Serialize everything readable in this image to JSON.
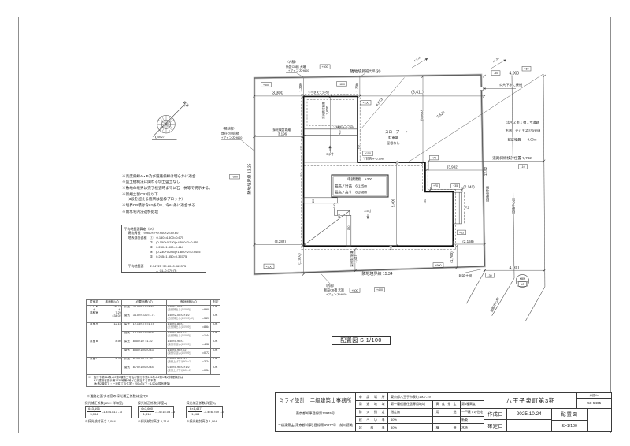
{
  "drawing_title": {
    "text": "配置図",
    "scale": "S:1/100"
  },
  "compass": {
    "north_label": "真北",
    "angle": "49.27°"
  },
  "notes": [
    {
      "t": "※高度斜線A・B及び道路斜線は明らかに適合"
    },
    {
      "t": "※盛土規制法に関わる切土盛土なし"
    },
    {
      "t": "※敷地の境界は完了検査時までに石・杭等で明示する。"
    },
    {
      "t": "※新規土留CB3段以下"
    },
    {
      "t": "（3段を超える箇所は型枠ブロック）",
      "cont": true
    },
    {
      "t": "※境界CB積は令62条の8、令61条に適合する"
    },
    {
      "t": "※雨水宅内浸透桝処理"
    }
  ],
  "ground_calc": {
    "title": "平均地盤面算定（ｍ）",
    "lines": [
      {
        "t": "建物周長　9.900×2+9.900×2=39.60",
        "ind": 1
      },
      {
        "t": "地表部分面積　①　0.150×4.500=0.675",
        "ind": 1
      },
      {
        "t": "②　(0.150+0.230)×4.500÷2=0.855",
        "ind": 2
      },
      {
        "t": "③　0.230×1.800=0.414",
        "ind": 2
      },
      {
        "t": "④　(0.230+0.265)×1.800÷2=0.4455",
        "ind": 2
      },
      {
        "t": "⑤　0.265×1.350=0.35775",
        "ind": 2
      },
      {
        "t": "",
        "ind": 1
      },
      {
        "t": "平均地盤面　　2.74725÷39.60=0.069375",
        "ind": 1
      },
      {
        "t": "∴ GL-0.070 ｍ",
        "ind": 3
      }
    ]
  },
  "daylight_table": {
    "headers": [
      "居室名",
      "床面積(㎡)",
      "必要面積(㎡)",
      "有効面積(㎡)",
      "判定"
    ],
    "rooms": [
      {
        "name": [
          "ＬＤＫ",
          "＋",
          "洋和室"
        ],
        "area": [
          "26.73",
          "＋",
          "7.29",
          "=34.02"
        ],
        "rows": [
          {
            "kind": "採光",
            "req": "34.02×1/7 =4.87",
            "eff": "1.60×2.00×3",
            "note": "(西側掃出し(1.0909))",
            "res": "=9.60",
            "ok": "OK"
          },
          {
            "kind": "換気",
            "req": "34.02×1/20=1.71",
            "eff": "1.60×2.00×2×1/2",
            "note": "(西側掃出し(1.0909)×2)",
            "res": "=3.20",
            "ok": "OK"
          }
        ]
      },
      {
        "name": [
          "洋室Ａ"
        ],
        "area": [
          "12.15"
        ],
        "rows": [
          {
            "kind": "採光",
            "req": "12.15×1/7 =1.74",
            "eff": "1.60×1.80×3",
            "note": "(北側掃出し(1.0909))",
            "res": "=8.64",
            "ok": "OK"
          },
          {
            "kind": "換気",
            "req": "12.15×1/20=0.61",
            "eff": "1.60×1.80×1/2",
            "note": "(北側掃出し(1.0909))",
            "res": "=1.44",
            "ok": "OK"
          }
        ]
      },
      {
        "name": [
          "洋室Ｂ"
        ],
        "area": [
          "8.50"
        ],
        "rows": [
          {
            "kind": "採光",
            "req": "8.50×1/7 =1.22",
            "eff": "1.60×0.90×3",
            "note": "(南側引違い(1.0909))",
            "res": "=4.32",
            "ok": "OK"
          },
          {
            "kind": "換気",
            "req": "8.50×1/20=0.43",
            "eff": "1.60×0.90×1/2",
            "note": "(南側引違い(1.0909))",
            "res": "=0.72",
            "ok": "OK"
          }
        ]
      },
      {
        "name": [
          "洋室Ｃ"
        ],
        "area": [
          "8.70"
        ],
        "rows": [
          {
            "kind": "採光",
            "req": "8.70×1/7 =1.25",
            "eff": "0.60×0.90×2×3",
            "note": "(東側上げ下げ600×2)",
            "res": "=3.24",
            "ok": "OK"
          },
          {
            "kind": "換気",
            "req": "8.70×1/20=0.44",
            "eff": "0.60×0.90×2×1/2",
            "note": "(東側上げ下げ600×2)",
            "res": "=0.54",
            "ok": "OK"
          }
        ]
      }
    ],
    "footnote": [
      "※　施行令第116条の2第1項第二号及び施行令第126条の2第1項の排煙検討は",
      "　　H12建設省告示第1436号第4号イに該当する為不要",
      "　　(木造2階建て・一戸建ての住宅・200㎡以下・1/20の換気確保)"
    ]
  },
  "correction": {
    "note": "※道路に面する窓の採光補正係数は全て3",
    "boxes": [
      {
        "label": "採光補正係数(LDK+洋和室)",
        "num": "6×3,196",
        "den": "3,084",
        "rest": "-1.4=4.817 ∴3",
        "below": "※採光検討高さ 3,084"
      },
      {
        "label": "採光補正係数(洋室A)",
        "num": "6×3,600",
        "den": "1,314",
        "rest": "-1.4=15.03 ∴3",
        "below": "※採光検討高さ 1,314"
      },
      {
        "label": "採光補正係数(洋室B)",
        "num": "6×1,447",
        "den": "1,064",
        "rest": "-1.4=6.759 ∴3",
        "below": "※採光検討高さ 1,064"
      }
    ]
  },
  "plan": {
    "labels": {
      "b_top": "隣地境界線 15.30",
      "b_left": "隣地境界線 13.25",
      "b_bottom": "隣地境界線 15.34",
      "road_b_num": "12.92",
      "road_b": "道路境界線",
      "road_c": "道路中心線",
      "road_c2": "道路中心線",
      "d3300": "3,300",
      "d8411": "(8,411)",
      "d1300a": "1,300",
      "d1300b": "1,300",
      "d4000t": "4,000",
      "d5800": "(5,800)",
      "d4623": "4,623",
      "d7520": "7,520",
      "kd3196a": "採光検討距離",
      "kd3196b": "3,196",
      "kd3600a": "採光検討距離",
      "kd3600b": "3,600",
      "shasen": "道路斜線検討位置 7,782",
      "d3932": "(3,932)",
      "d2141": "(2,141)",
      "d2158": "(2,158)",
      "d1760": "(1,760)",
      "d1907": "(1,907)",
      "kd1447a": "採光検討距離",
      "kd1447b": "1,447",
      "d3282": "(3,282)",
      "d5400": "5,400",
      "d4000b": "4,000",
      "s400a": "400",
      "s400b": "400",
      "s150a": "150",
      "s150b": "150",
      "s150c": "150",
      "s150d": "150",
      "s200": "200",
      "st400a": "400",
      "st150a": "150",
      "st400b": "400",
      "st150b": "150",
      "cb_n1": "（内積）",
      "cb_n2": "新設CB積 天端",
      "cb_n3": "+フェンスH600",
      "cb_w1": "（隣地積）",
      "cb_w2": "既存CB3段積",
      "cb_w3": "+フェンスH600",
      "cb_s1": "（内積）",
      "cb_s2": "新設CB積 天端",
      "cb_s3": "+フェンスH600",
      "dome_t": "新設土留",
      "dome_b": "新設土留",
      "sewer": "公共下水に接続",
      "road1": "法４２条１項１号道路",
      "road2": "市道　元八王子239号線",
      "road3": "認定幅員　　4.00m",
      "slope1": "スロープ",
      "slope2": "駐車場",
      "slope3": "屋根なし",
      "eave1": "▽樋先H=6,085",
      "eave2": "▽軒先H=6,198",
      "slab": "▽ベタスラブ+50",
      "pitch1": "3.5寸",
      "pitch2": "3.5寸",
      "tri": "◁",
      "kbm1": "KBM",
      "grad1": "1:1.25",
      "grad2": "1:1.25",
      "bld1": "申請建物　+300",
      "bld2": "最高ノ軒高　6.125m",
      "bld3": "最高ノ高サ　8.268m",
      "north": "真北",
      "angle": "49.27°"
    },
    "spots": [
      {
        "v": "+300"
      },
      {
        "v": "+800"
      },
      {
        "v": "-30"
      },
      {
        "v": "+60"
      },
      {
        "v": "+220"
      },
      {
        "v": "+150"
      },
      {
        "v": "+150"
      },
      {
        "v": "+70"
      },
      {
        "v": "+70"
      },
      {
        "v": "+35"
      },
      {
        "v": "+35"
      },
      {
        "v": "+500"
      },
      {
        "v": "-30"
      },
      {
        "v": "+400"
      },
      {
        "v": "+500"
      },
      {
        "v": "+500"
      },
      {
        "v": "±0"
      },
      {
        "v": "+300"
      },
      {
        "v": "-10"
      }
    ],
    "kbm_value": "±0"
  },
  "title_block": {
    "office": {
      "name": "ミライ設計　二級建築士事務所",
      "reg1": "東京都知事登録第13945号",
      "reg2": "二級建築士(東京都知事) 登録第80877号　前川德美"
    },
    "rows": [
      {
        "l1": "申請場所",
        "v1": "東京都八王子市泉町1907-19",
        "span": true
      },
      {
        "l1": "用途地域",
        "v1": "第一種低層住居専用地域",
        "l2": "高度指定",
        "v2": "第1種高度"
      },
      {
        "l1": "防火指定",
        "v1": "指定無",
        "l2": "用途",
        "v2": "一戸建ての住宅"
      },
      {
        "l1": "建ぺい率",
        "v1": "40%",
        "l2": "",
        "v2": "新築"
      },
      {
        "l1": "容積率",
        "v1": "80%",
        "l2": "構造",
        "v2": "木造"
      }
    ],
    "project": "八王子泉町第3期",
    "approval_label": "承認No.",
    "approval_no": "58-5465",
    "created_label": "作成日",
    "created": "2025.10.24",
    "fixed_label": "確定日",
    "fixed": "",
    "dwg_name": "配置図",
    "dwg_scale": "S=1/100"
  }
}
